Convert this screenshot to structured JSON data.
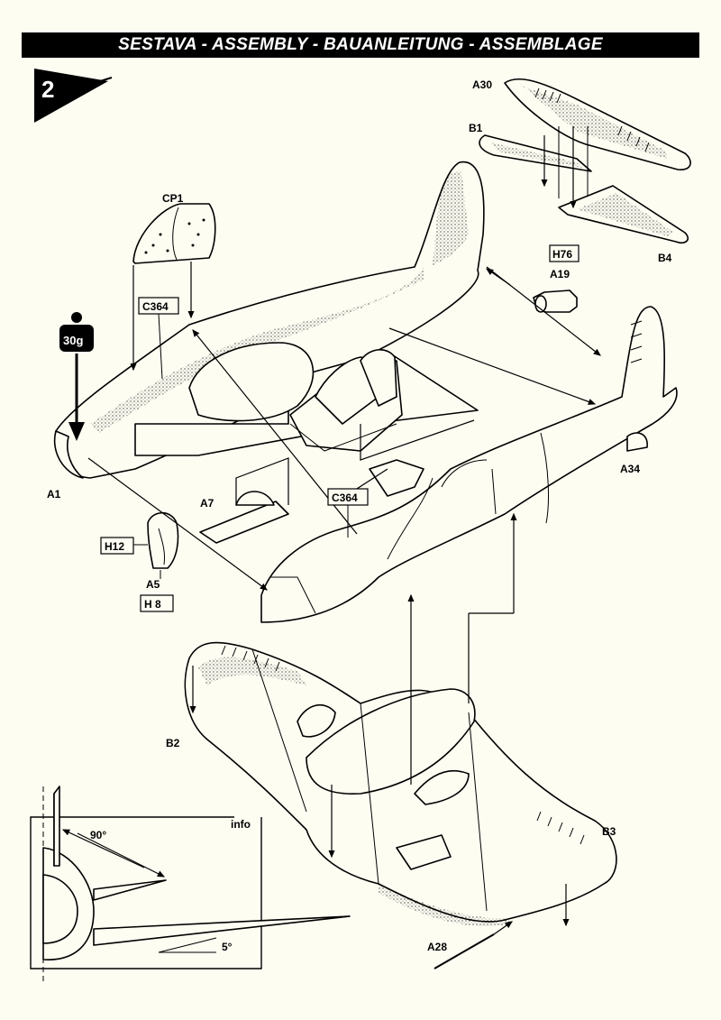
{
  "header": {
    "title": "SESTAVA - ASSEMBLY - BAUANLEITUNG - ASSEMBLAGE"
  },
  "step": {
    "number": "2"
  },
  "parts": {
    "a30": "A30",
    "b1": "B1",
    "b4": "B4",
    "h76": "H76",
    "a19": "A19",
    "cp1": "CP1",
    "c364_top": "C364",
    "weight": "30g",
    "a1": "A1",
    "a7": "A7",
    "c364_mid": "C364",
    "h12": "H12",
    "a5": "A5",
    "h8": "H 8",
    "a34": "A34",
    "b2": "B2",
    "b3": "B3",
    "a28": "A28"
  },
  "info_box": {
    "title": "info",
    "angle_upper": "90°",
    "angle_lower": "5°"
  }
}
